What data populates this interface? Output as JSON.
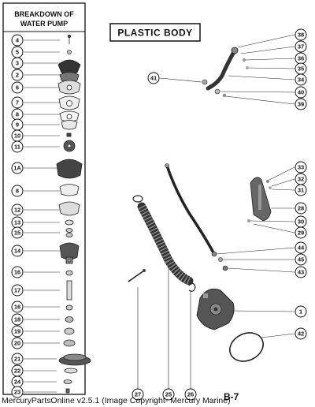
{
  "breakdown": {
    "title_line1": "BREAKDOWN OF",
    "title_line2": "WATER PUMP",
    "callouts": [
      "4",
      "5",
      "3",
      "2",
      "6",
      "7",
      "8",
      "9",
      "10",
      "11",
      "1A",
      "8",
      "12",
      "13",
      "15",
      "14",
      "16",
      "17",
      "16",
      "18",
      "19",
      "20",
      "21",
      "22",
      "24",
      "23"
    ]
  },
  "plastic_body_label": "PLASTIC BODY",
  "callouts": {
    "c38": "38",
    "c37": "37",
    "c36": "36",
    "c35": "35",
    "c34": "34",
    "c40": "40",
    "c39": "39",
    "c41": "41",
    "c33": "33",
    "c32": "32",
    "c31": "31",
    "c28": "28",
    "c30": "30",
    "c29": "29",
    "c44": "44",
    "c45": "45",
    "c43": "43",
    "c1": "1",
    "c42": "42",
    "c27": "27",
    "c25": "25",
    "c26": "26"
  },
  "page_ref": "B-7",
  "footer": "MercuryPartsOnline v2.5.1 (Image Copyright- Mercury Marine)"
}
